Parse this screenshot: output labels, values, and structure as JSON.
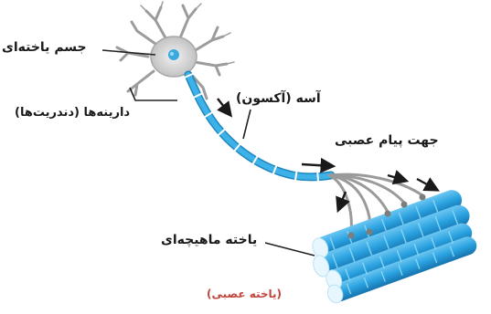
{
  "labels": {
    "cell_body": "جسم یاخته‌ای",
    "dendrites": "دارینه‌ها (دندریت‌ها)",
    "axon": "آسه (آکسون)",
    "impulse_direction": "جهت پیام عصبی",
    "muscle_cell": "یاخته ماهیچه‌ای",
    "caption": "(یاخته عصبی)"
  },
  "colors": {
    "axon": "#2a9fd6",
    "axon_segment_gap": "#ffffff",
    "cell_body": "#d9d9d9",
    "nucleus": "#3aa9dd",
    "muscle": "#2aa2e0",
    "muscle_dark": "#1877b6",
    "nerve_branch": "#9a9a9a",
    "leader_line": "#222222",
    "caption": "#c0463c"
  }
}
